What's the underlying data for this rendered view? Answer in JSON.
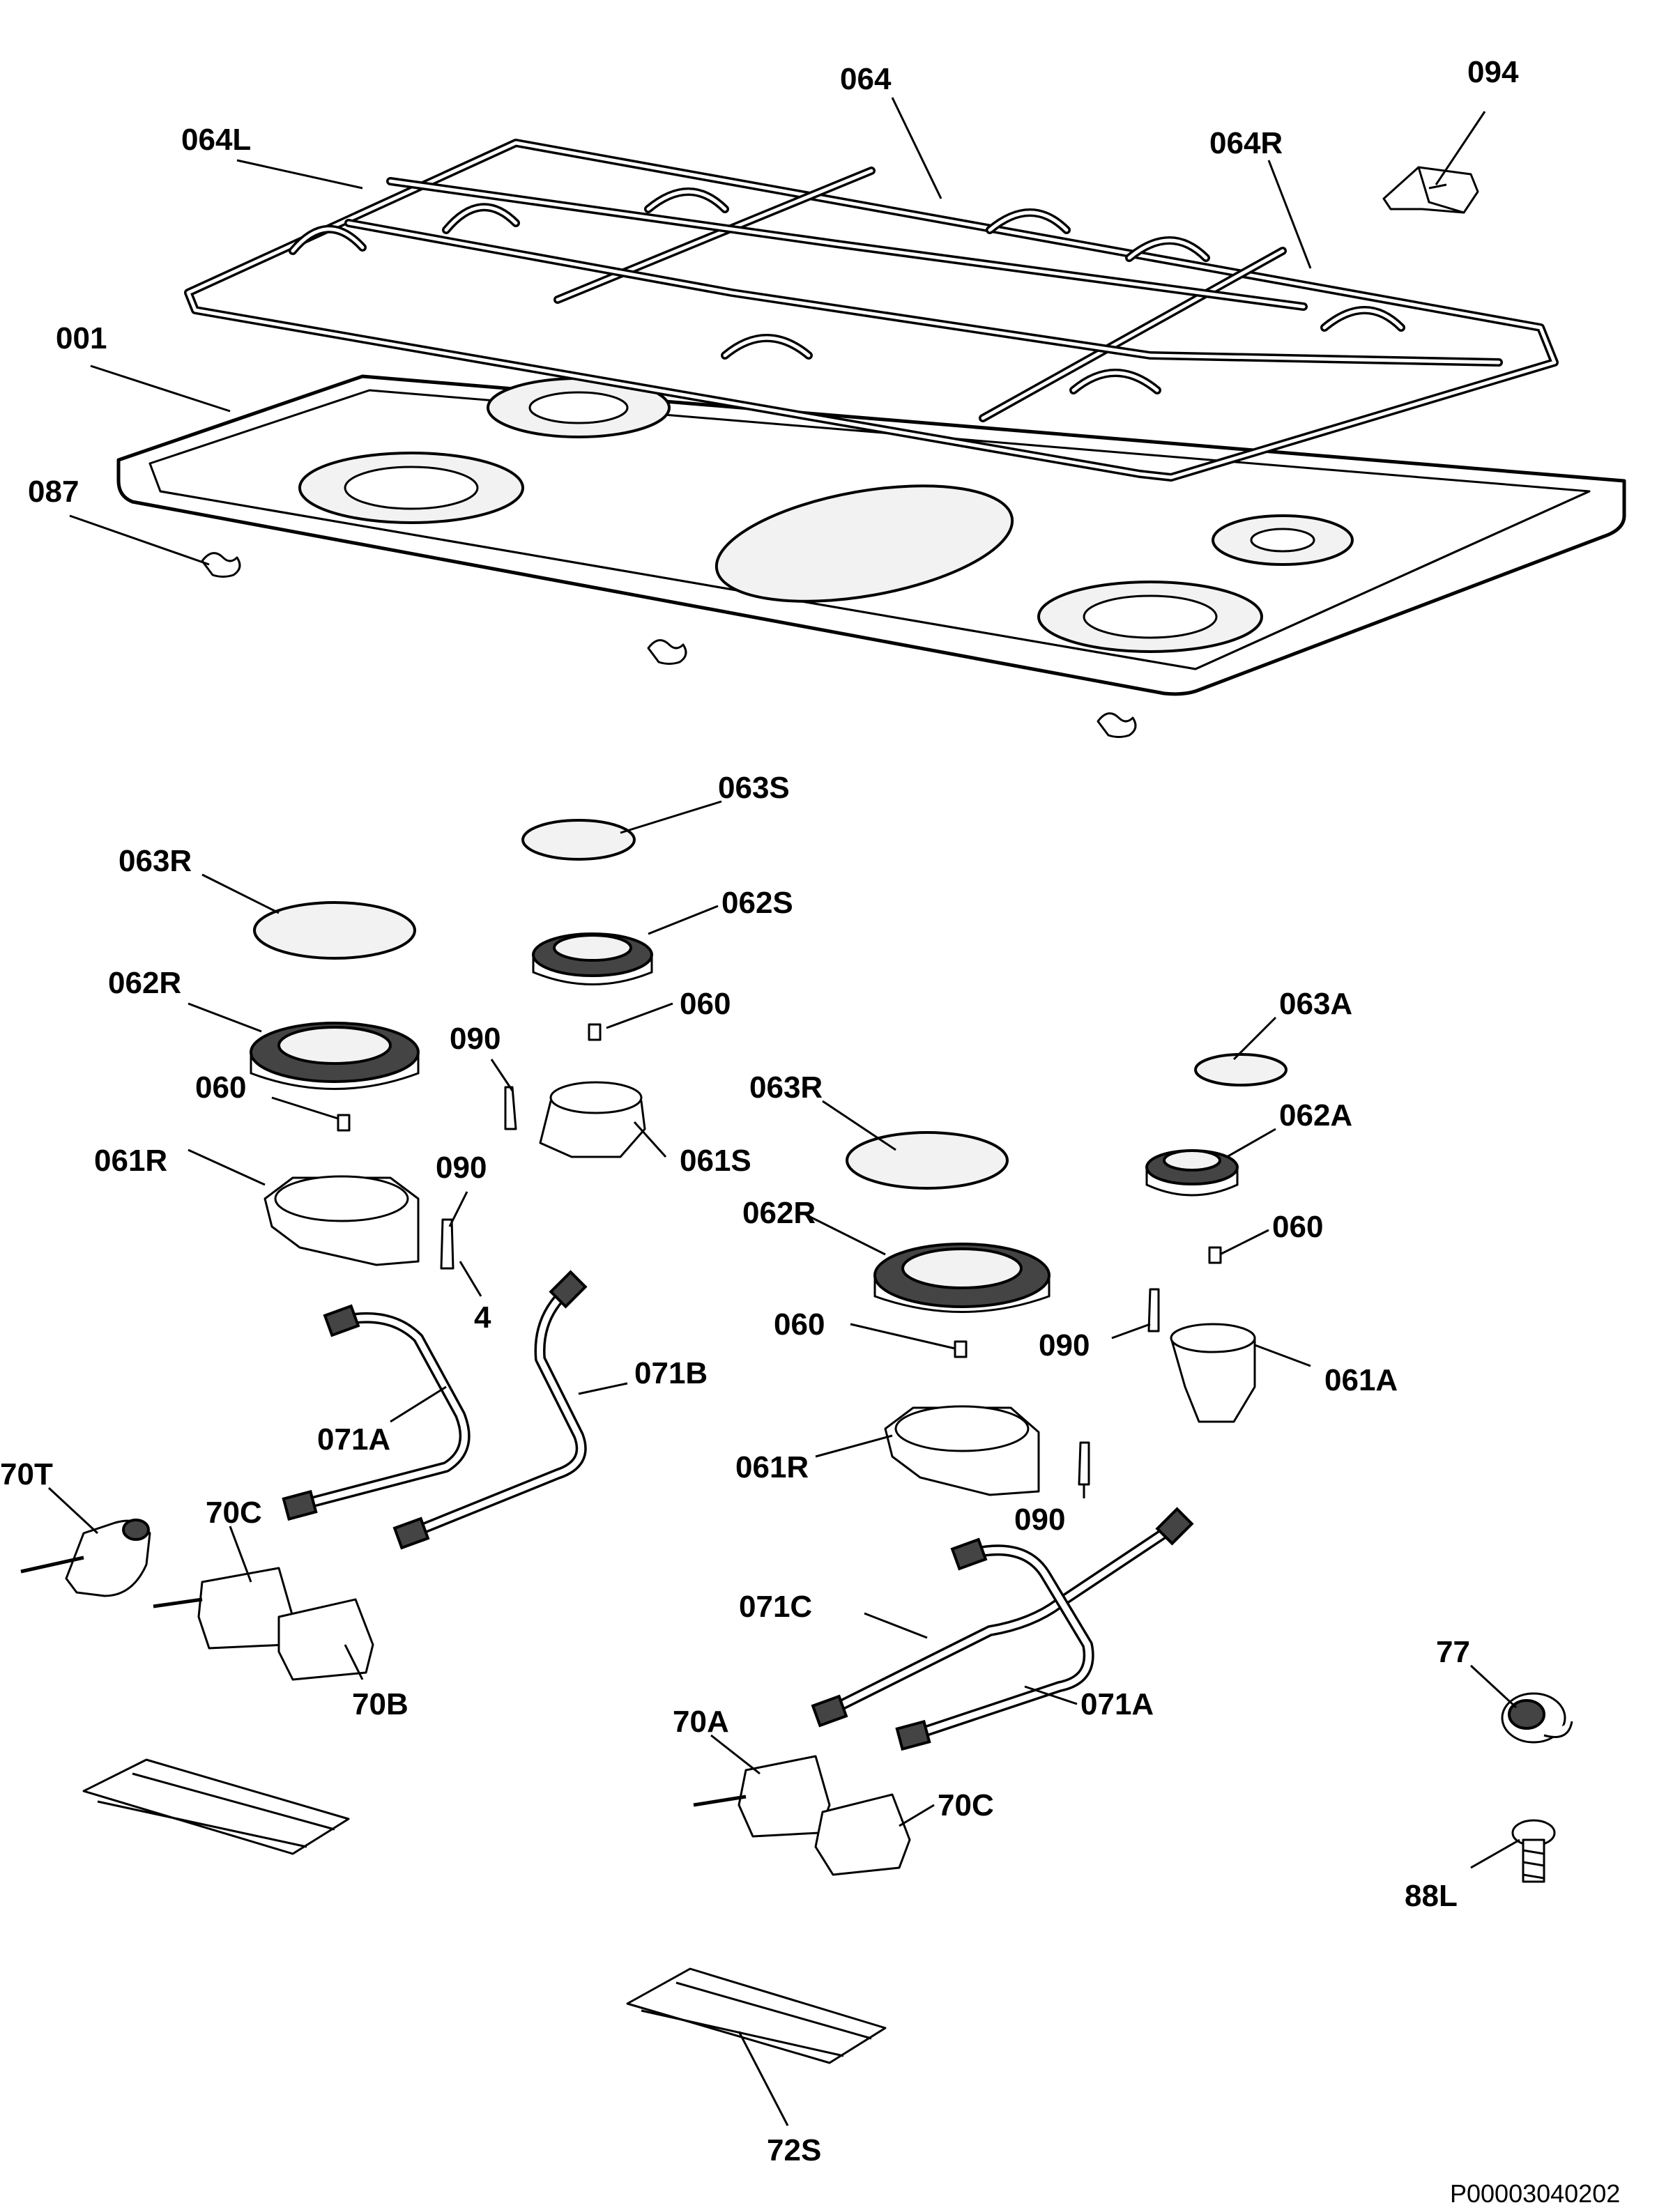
{
  "labels": {
    "l001": "001",
    "l087": "087",
    "l064L": "064L",
    "l064": "064",
    "l064R": "064R",
    "l094": "094",
    "l063S": "063S",
    "l063R_left": "063R",
    "l062S": "062S",
    "l062R_left": "062R",
    "l060_top": "060",
    "l090_left": "090",
    "l060_left": "060",
    "l061R_left": "061R",
    "l061S": "061S",
    "l090_mid": "090",
    "l4": "4",
    "l063A": "063A",
    "l063R_right": "063R",
    "l062A": "062A",
    "l062R_right": "062R",
    "l060_right": "060",
    "l060_center": "060",
    "l090_right": "090",
    "l061A": "061A",
    "l061R_right": "061R",
    "l090_bottom": "090",
    "l071A_left": "071A",
    "l071B": "071B",
    "l70T": "70T",
    "l70C_left": "70C",
    "l70B": "70B",
    "l071C": "071C",
    "l071A_right": "071A",
    "l70A": "70A",
    "l70C_right": "70C",
    "l77": "77",
    "l88L": "88L",
    "l72S": "72S"
  },
  "code": "P00003040202"
}
